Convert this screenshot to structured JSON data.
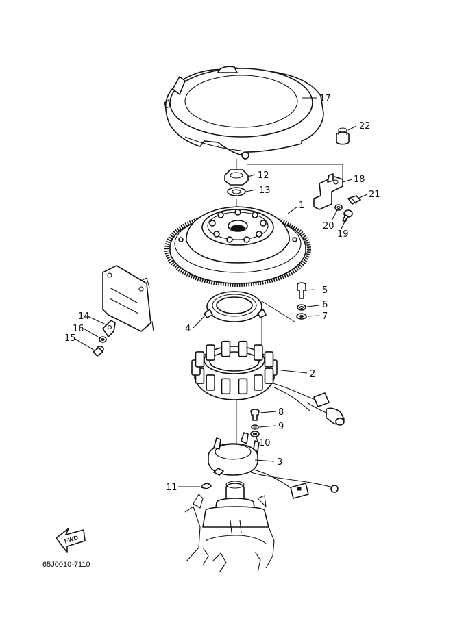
{
  "diagram": {
    "drawing_code": "65J0010-7110",
    "fwd_label": "FWD",
    "parts": [
      {
        "ref": "1"
      },
      {
        "ref": "2"
      },
      {
        "ref": "3"
      },
      {
        "ref": "4"
      },
      {
        "ref": "5"
      },
      {
        "ref": "6"
      },
      {
        "ref": "7"
      },
      {
        "ref": "8"
      },
      {
        "ref": "9"
      },
      {
        "ref": "10"
      },
      {
        "ref": "11"
      },
      {
        "ref": "12"
      },
      {
        "ref": "13"
      },
      {
        "ref": "14"
      },
      {
        "ref": "15"
      },
      {
        "ref": "16"
      },
      {
        "ref": "17"
      },
      {
        "ref": "18"
      },
      {
        "ref": "19"
      },
      {
        "ref": "20"
      },
      {
        "ref": "21"
      },
      {
        "ref": "22"
      }
    ]
  }
}
